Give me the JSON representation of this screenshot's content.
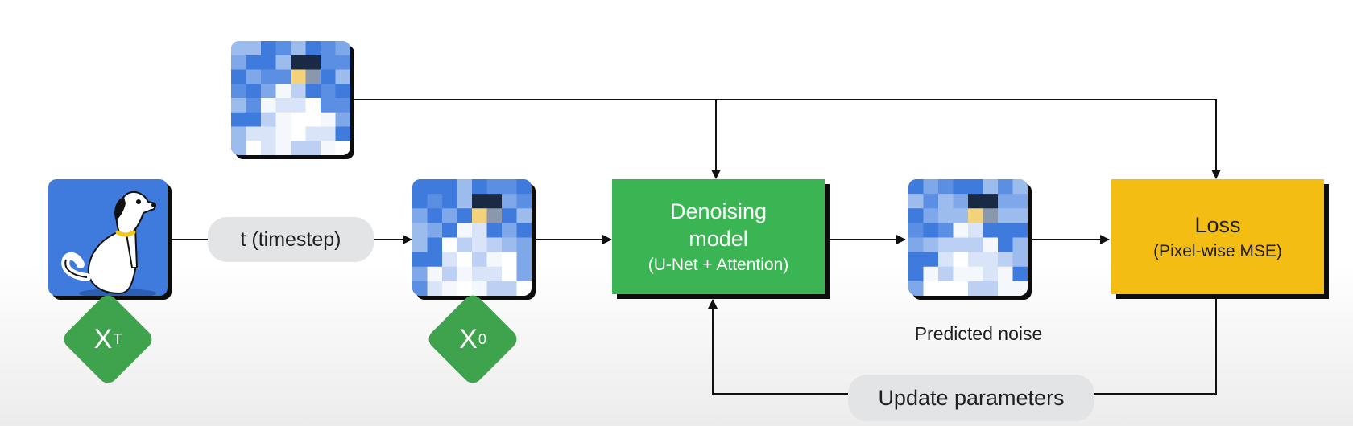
{
  "labels": {
    "timestep": "t (timestep)",
    "denoise_title": "Denoising",
    "denoise_title2": "model",
    "denoise_sub": "(U-Net + Attention)",
    "predicted_noise": "Predicted noise",
    "loss_title": "Loss",
    "loss_sub": "(Pixel-wise MSE)",
    "update": "Update parameters",
    "xt_letter": "X",
    "xt_sub": "T",
    "x0_letter": "X",
    "x0_sub": "0"
  },
  "colors": {
    "tile_blue": "#3f7bdc",
    "model_green": "#3bb553",
    "loss_yellow": "#f3bd13",
    "badge_green": "#3fa34d",
    "pill_gray": "#e3e4e6",
    "arrow": "#111111"
  },
  "icons": {
    "dog": "dog-illustration-icon",
    "noisy": "pixelated-noise-icon"
  }
}
